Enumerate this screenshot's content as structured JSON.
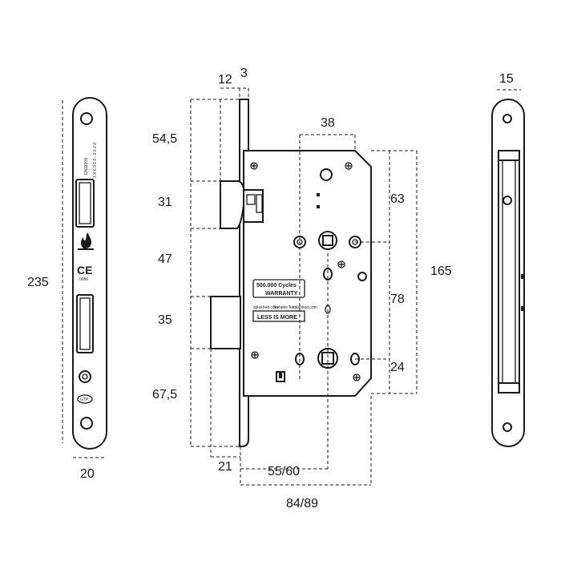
{
  "dimensions": {
    "faceplate_length": "235",
    "faceplate_width": "20",
    "faceplate_projection": "12",
    "faceplate_thickness": "3",
    "top_to_latch": "54,5",
    "latch_height": "31",
    "latch_to_bolt": "47",
    "bolt_height": "35",
    "bolt_to_bottom": "67,5",
    "forend_offset": "21",
    "backset": "55/60",
    "case_depth": "84/89",
    "spindle_spacing_width": "38",
    "case_top_offset": "63",
    "case_height": "165",
    "spindle_to_cylinder": "78",
    "case_bottom_offset": "24",
    "side_width": "15"
  },
  "case_labels": {
    "cycles_line1": "500.000 Cycles",
    "cycles_line2": "WARRANTY",
    "small_left": "splashed.com",
    "small_mid": "Suitable for:",
    "small_right": "splashed.com",
    "slogan": "LESS IS MORE"
  },
  "faceplate_marks": {
    "standard": "EN12209",
    "code": "3 X 6 9 1 0 - 0 0 2 0",
    "ce": "CE",
    "cert": "0086",
    "brand": "GTP"
  },
  "icons": {
    "fire": "fire-icon",
    "ce": "ce-mark-icon",
    "brand": "brand-logo-icon"
  }
}
